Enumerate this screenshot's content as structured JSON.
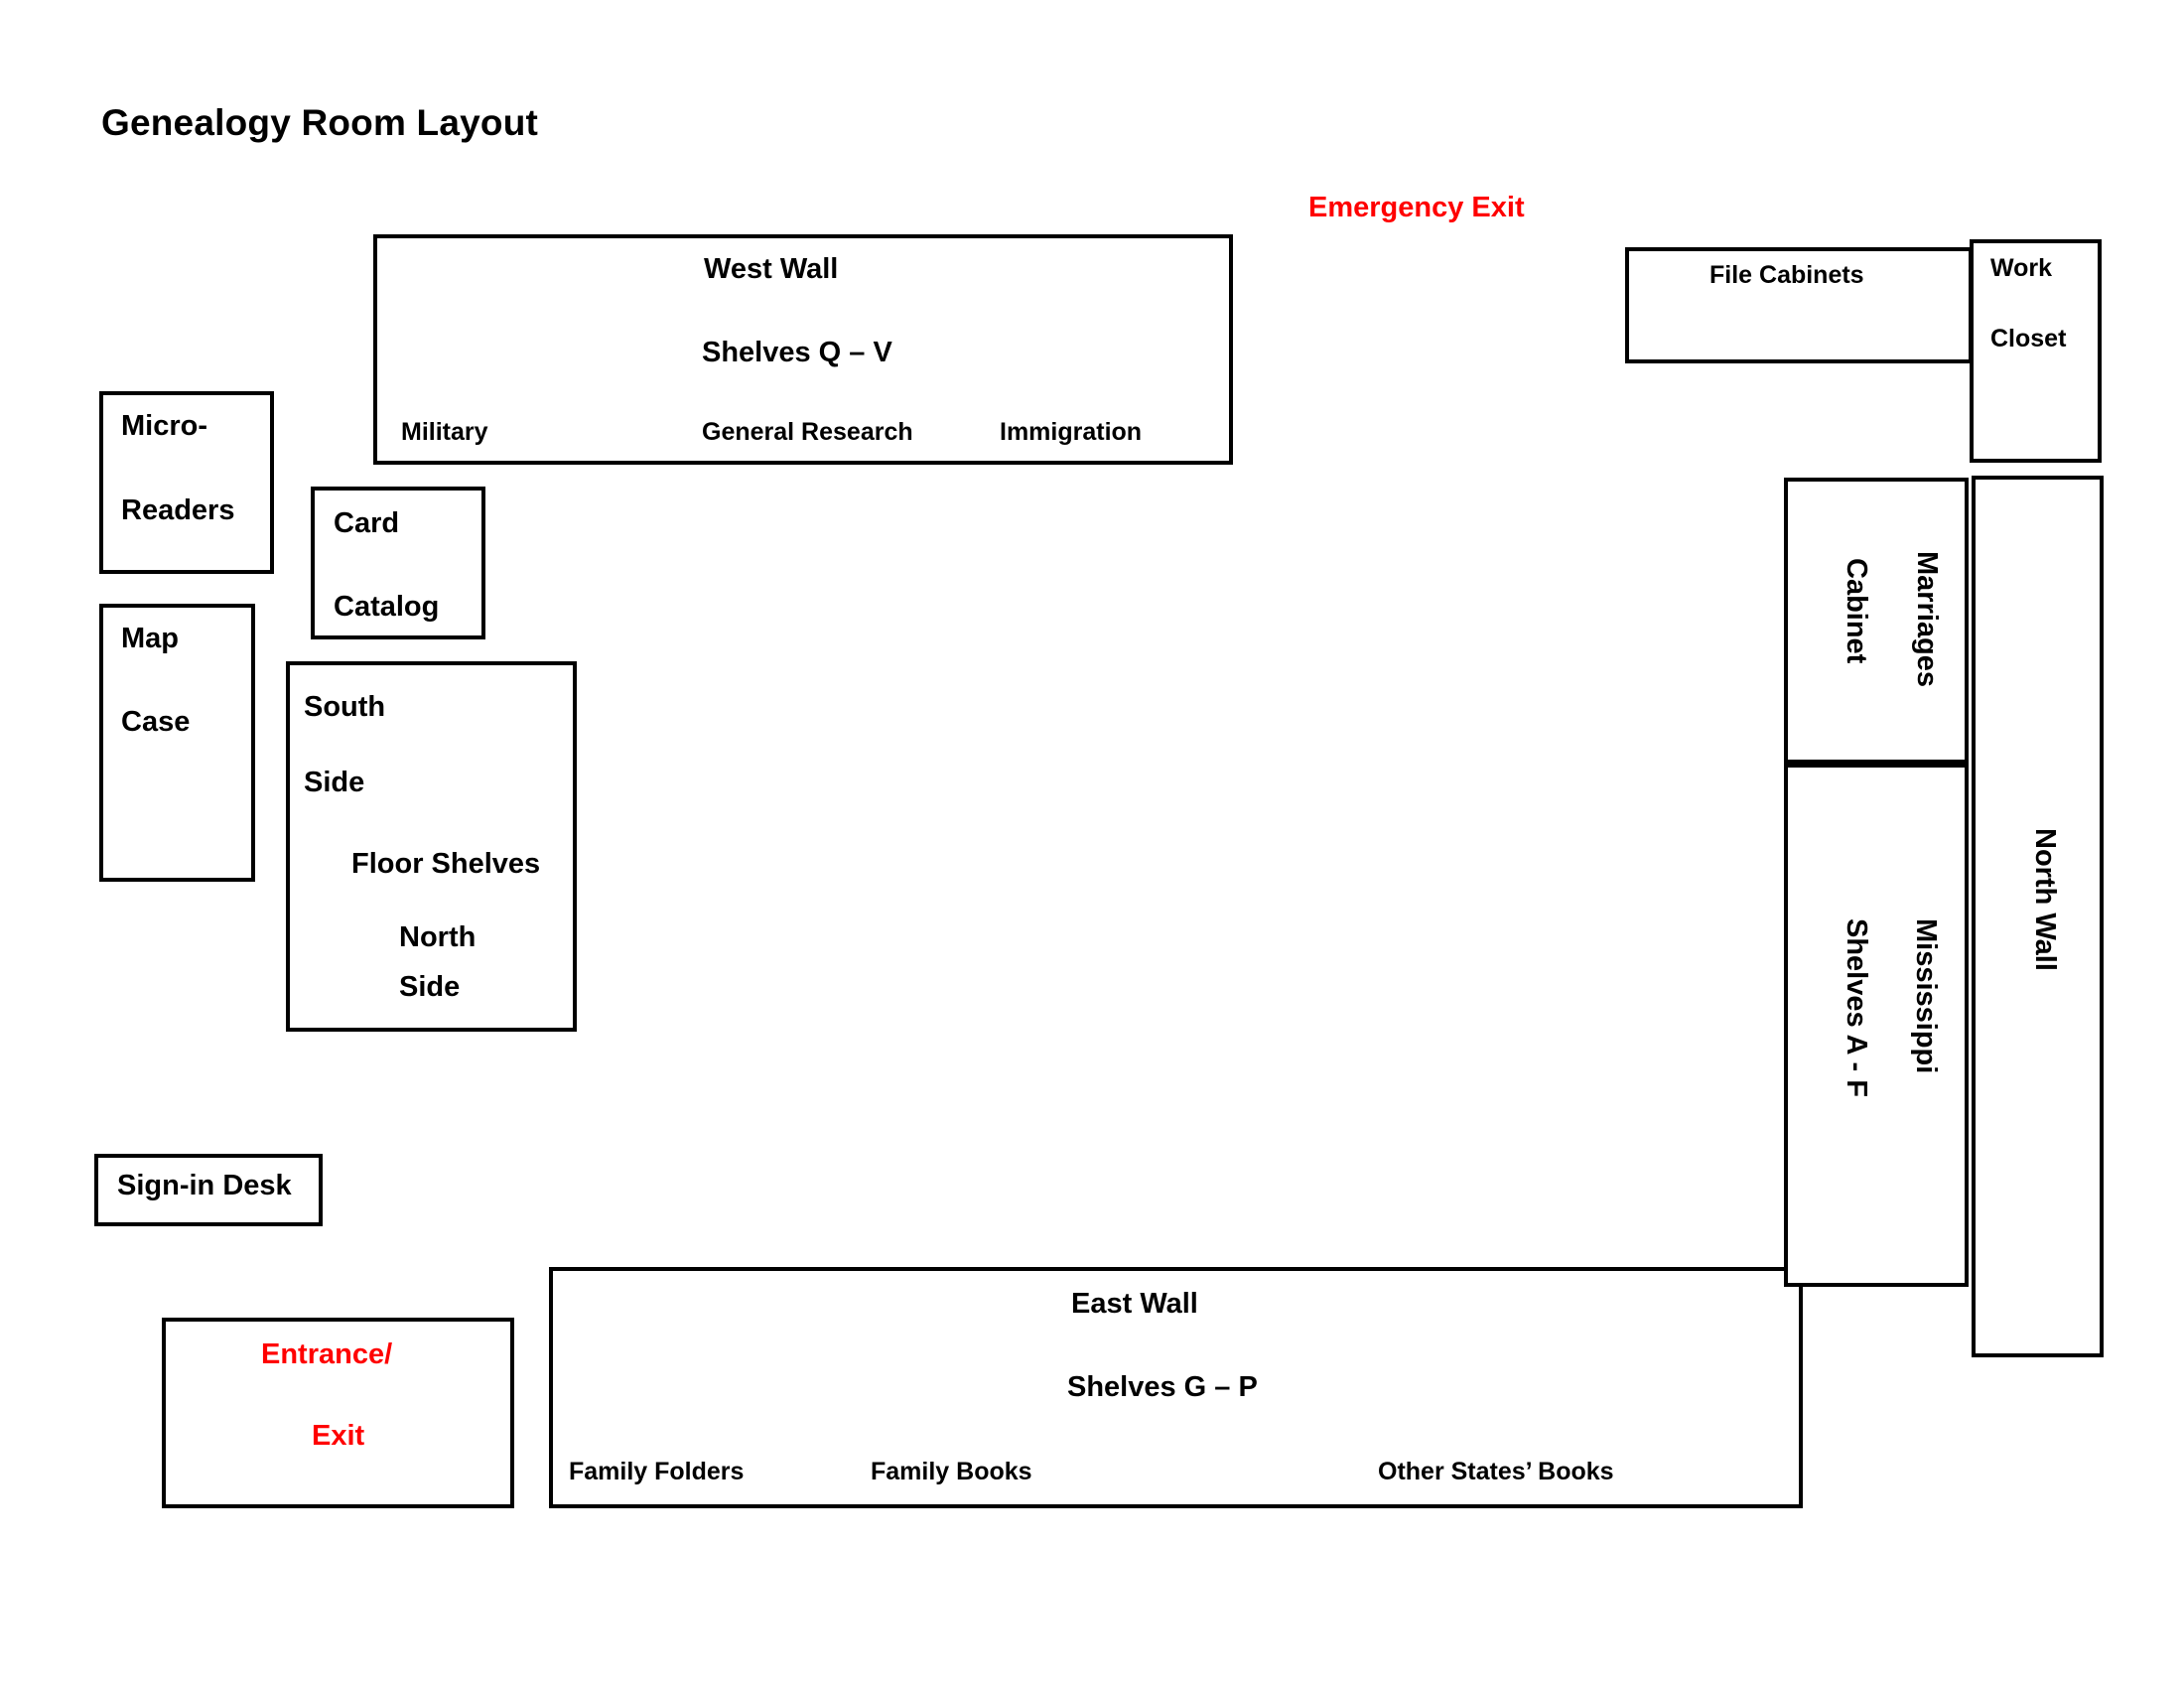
{
  "page": {
    "title": "Genealogy Room Layout",
    "colors": {
      "ink": "#000000",
      "alert": "#ff0000",
      "background": "#ffffff"
    }
  },
  "annotations": {
    "emergency_exit": "Emergency Exit"
  },
  "rooms": {
    "west_wall": {
      "title": "West Wall",
      "shelves": "Shelves Q – V",
      "sections": [
        "Military",
        "General Research",
        "Immigration"
      ]
    },
    "east_wall": {
      "title": "East Wall",
      "shelves": "Shelves G – P",
      "sections": [
        "Family Folders",
        "Family Books",
        "Other States’ Books"
      ]
    },
    "micro_readers": {
      "line1": "Micro-",
      "line2": "Readers"
    },
    "map_case": {
      "line1": "Map",
      "line2": "Case"
    },
    "card_catalog": {
      "line1": "Card",
      "line2": "Catalog"
    },
    "floor_shelves": {
      "south": "South",
      "south_side": "Side",
      "label": "Floor Shelves",
      "north": "North",
      "north_side": "Side"
    },
    "sign_in_desk": {
      "label": "Sign-in Desk"
    },
    "entrance_exit": {
      "line1": "Entrance/",
      "line2": "Exit"
    },
    "file_cabinets": {
      "label": "File Cabinets"
    },
    "work_closet": {
      "line1": "Work",
      "line2": "Closet"
    },
    "marriages_cabinet": {
      "line1": "Marriages",
      "line2": "Cabinet"
    },
    "shelves_a_f": {
      "line1": "Mississippi",
      "line2": "Shelves A - F"
    },
    "north_wall": {
      "label": "North Wall"
    }
  }
}
